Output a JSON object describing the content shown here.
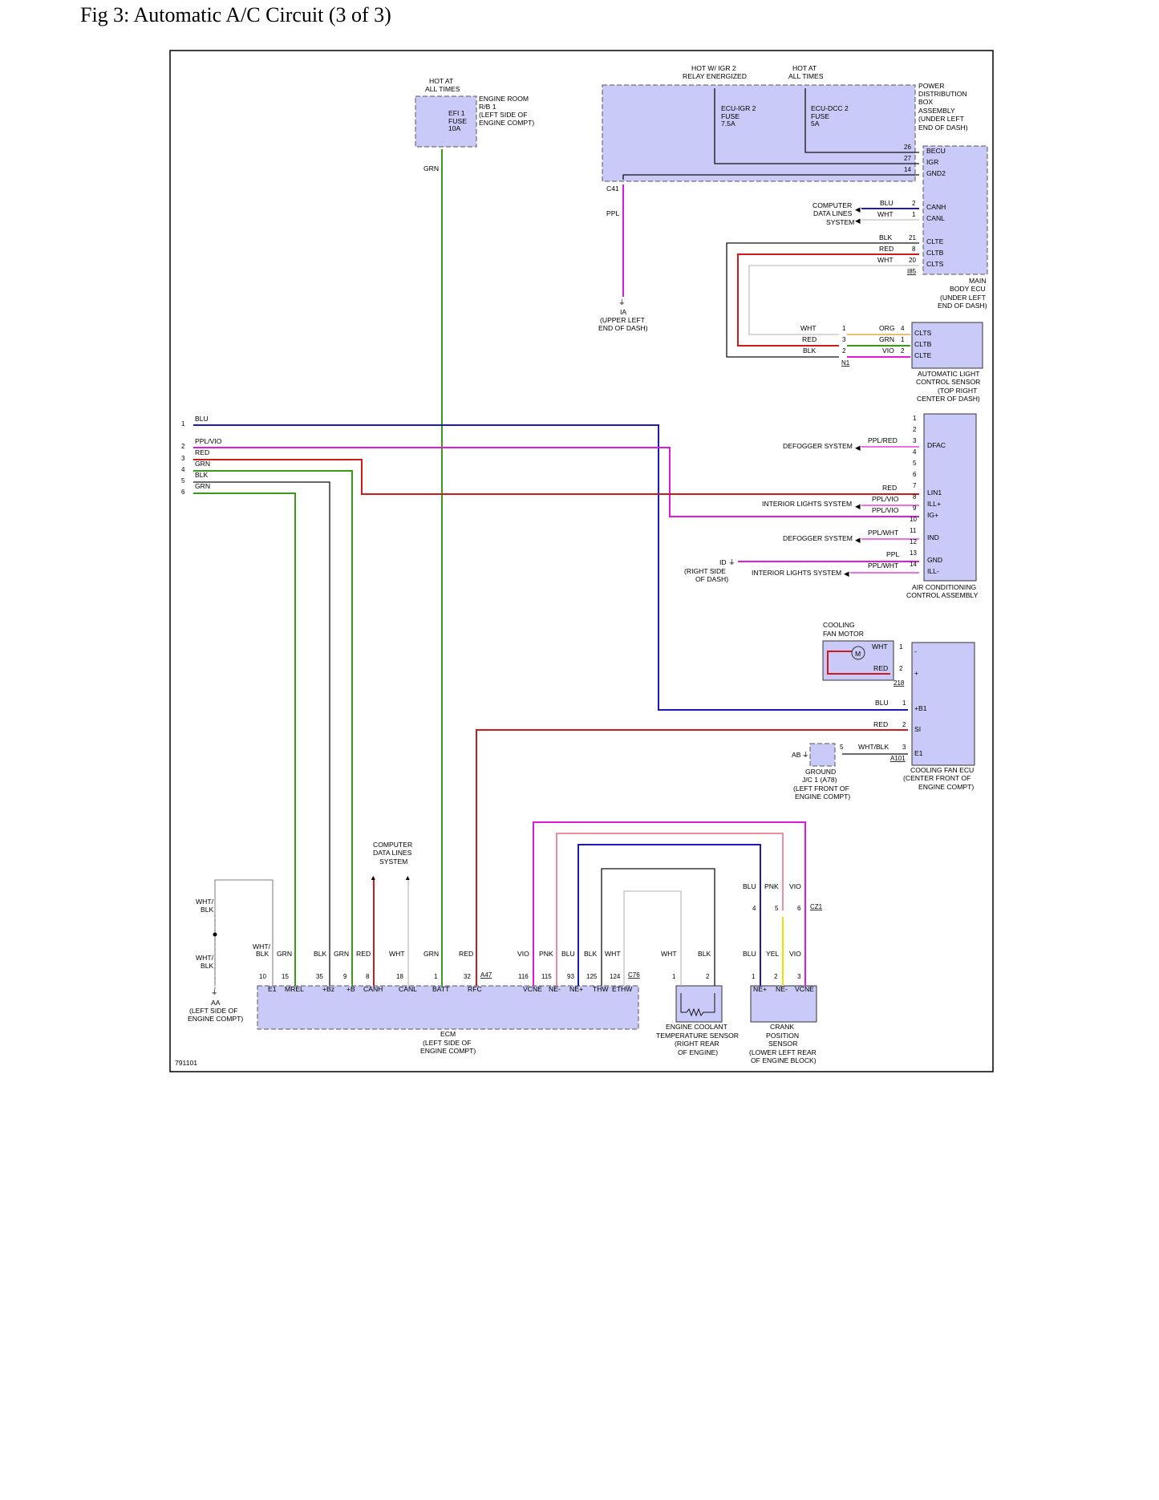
{
  "title": "Fig 3: Automatic A/C Circuit (3 of 3)",
  "figure_id": "791101",
  "colors": {
    "background": "#ffffff",
    "component_fill": "#cacaf8",
    "GRN": "#3b9a1a",
    "RED": "#d01a1a",
    "BLU": "#1a1ab4",
    "PPL": "#e01adc",
    "VIO": "#e01adc",
    "BLK": "#111111",
    "WHT": "#c0c0c0",
    "PNK": "#f08ca0",
    "YEL": "#e6e600",
    "ORG": "#e09a1a"
  },
  "labels": {
    "hot_at_all_times_1": "HOT AT",
    "hot_at_all_times_2": "ALL TIMES",
    "efi_fuse_1": "EFI 1",
    "efi_fuse_2": "FUSE",
    "efi_fuse_3": "10A",
    "engine_room_rb_1": "ENGINE ROOM",
    "engine_room_rb_2": "R/B 1",
    "engine_room_rb_3": "(LEFT SIDE OF",
    "engine_room_rb_4": "ENGINE COMPT)",
    "hot_igr_1": "HOT W/ IGR 2",
    "hot_igr_2": "RELAY ENERGIZED",
    "hot_b_1": "HOT AT",
    "hot_b_2": "ALL TIMES",
    "ecu_igr_1": "ECU-IGR 2",
    "ecu_igr_2": "FUSE",
    "ecu_igr_3": "7.5A",
    "ecu_dcc_1": "ECU-DCC 2",
    "ecu_dcc_2": "FUSE",
    "ecu_dcc_3": "5A",
    "pdb_1": "POWER",
    "pdb_2": "DISTRIBUTION",
    "pdb_3": "BOX",
    "pdb_4": "ASSEMBLY",
    "pdb_5": "(UNDER LEFT",
    "pdb_6": "END OF DASH)",
    "c41": "C41",
    "ppl": "PPL",
    "ia_1": "IA",
    "ia_2": "(UPPER LEFT",
    "ia_3": "END OF DASH)",
    "grn": "GRN",
    "cdls_1": "COMPUTER",
    "cdls_2": "DATA LINES",
    "cdls_3": "SYSTEM",
    "main_body_ecu_1": "MAIN",
    "main_body_ecu_2": "BODY ECU",
    "main_body_ecu_3": "(UNDER LEFT",
    "main_body_ecu_4": "END OF DASH)",
    "i85": "I85",
    "n1": "N1",
    "alcs_1": "AUTOMATIC LIGHT",
    "alcs_2": "CONTROL SENSOR",
    "alcs_3": "(TOP RIGHT",
    "alcs_4": "CENTER OF DASH)",
    "defogger": "DEFOGGER SYSTEM",
    "interior_lights": "INTERIOR LIGHTS SYSTEM",
    "id_1": "ID",
    "id_2": "(RIGHT SIDE",
    "id_3": "OF DASH)",
    "acca_1": "AIR CONDITIONING",
    "acca_2": "CONTROL ASSEMBLY",
    "cfm_1": "COOLING",
    "cfm_2": "FAN MOTOR",
    "motor_m": "M",
    "c218": "218",
    "ab": "AB",
    "gnd_1": "GROUND",
    "gnd_2": "J/C 1 (A78)",
    "gnd_3": "(LEFT FRONT OF",
    "gnd_4": "ENGINE COMPT)",
    "a101": "A101",
    "cfecu_1": "COOLING FAN ECU",
    "cfecu_2": "(CENTER FRONT OF",
    "cfecu_3": "ENGINE COMPT)",
    "aa_1": "AA",
    "aa_2": "(LEFT SIDE OF",
    "aa_3": "ENGINE COMPT)",
    "whtblk_1": "WHT/",
    "whtblk_2": "BLK",
    "ecm_1": "ECM",
    "ecm_2": "(LEFT SIDE OF",
    "ecm_3": "ENGINE COMPT)",
    "a47": "A47",
    "c76": "C76",
    "cz1": "CZ1",
    "ects_1": "ENGINE COOLANT",
    "ects_2": "TEMPERATURE SENSOR",
    "ects_3": "(RIGHT REAR",
    "ects_4": "OF ENGINE)",
    "ckp_1": "CRANK",
    "ckp_2": "POSITION",
    "ckp_3": "SENSOR",
    "ckp_4": "(LOWER LEFT REAR",
    "ckp_5": "OF ENGINE BLOCK)",
    "wht": "WHT",
    "blk": "BLK",
    "red": "RED",
    "blu": "BLU",
    "vio": "VIO",
    "pnk": "PNK",
    "yel": "YEL",
    "org": "ORG",
    "pplred": "PPL/RED",
    "pplvio": "PPL/VIO",
    "pplwht": "PPL/WHT",
    "whtblk": "WHT/BLK"
  },
  "mbecu_pins": [
    "BECU",
    "IGR",
    "GND2",
    "CANH",
    "CANL",
    "CLTE",
    "CLTB",
    "CLTS"
  ],
  "mbecu_nums": [
    "26",
    "27",
    "14",
    "2",
    "1",
    "21",
    "8",
    "20"
  ],
  "alcs_pins": [
    "CLTS",
    "CLTB",
    "CLTE"
  ],
  "alcs_nums": [
    "4",
    "1",
    "2"
  ],
  "n1_nums": [
    "1",
    "3",
    "2"
  ],
  "acca_nums": [
    "1",
    "2",
    "3",
    "4",
    "5",
    "6",
    "7",
    "8",
    "9",
    "10",
    "11",
    "12",
    "13",
    "14"
  ],
  "acca_pins": [
    "DFAC",
    "LIN1",
    "ILL+",
    "IG+",
    "IND",
    "GND",
    "ILL-"
  ],
  "left_nums": [
    "1",
    "2",
    "3",
    "4",
    "5",
    "6"
  ],
  "left_wires": [
    "BLU",
    "PPL/VIO",
    "RED",
    "GRN",
    "BLK",
    "GRN"
  ],
  "cfm_nums": [
    "1",
    "2"
  ],
  "cfecu_pins": [
    "-",
    "+",
    "+B1",
    "SI",
    "E1"
  ],
  "cfecu_nums": [
    "1",
    "2",
    "3",
    "5"
  ],
  "ecm_pins": [
    "E1",
    "MREL",
    "+Bz",
    "+B",
    "CANH",
    "CANL",
    "BATT",
    "RFC",
    "VCNE",
    "NE-",
    "NE+",
    "THW",
    "ETHW"
  ],
  "ecm_nums": [
    "10",
    "15",
    "35",
    "9",
    "8",
    "18",
    "1",
    "32",
    "116",
    "115",
    "93",
    "125",
    "124"
  ],
  "ecm_wires": [
    "WHT/",
    "BLK",
    "GRN",
    "BLK",
    "GRN",
    "RED",
    "WHT",
    "GRN",
    "RED",
    "VIO",
    "PNK",
    "BLU",
    "BLK",
    "WHT"
  ],
  "ects_nums": [
    "1",
    "2"
  ],
  "ckp_pins": [
    "NE+",
    "NE-",
    "VCNE"
  ],
  "ckp_nums": [
    "1",
    "2",
    "3"
  ],
  "cz1_nums": [
    "4",
    "5",
    "6"
  ]
}
